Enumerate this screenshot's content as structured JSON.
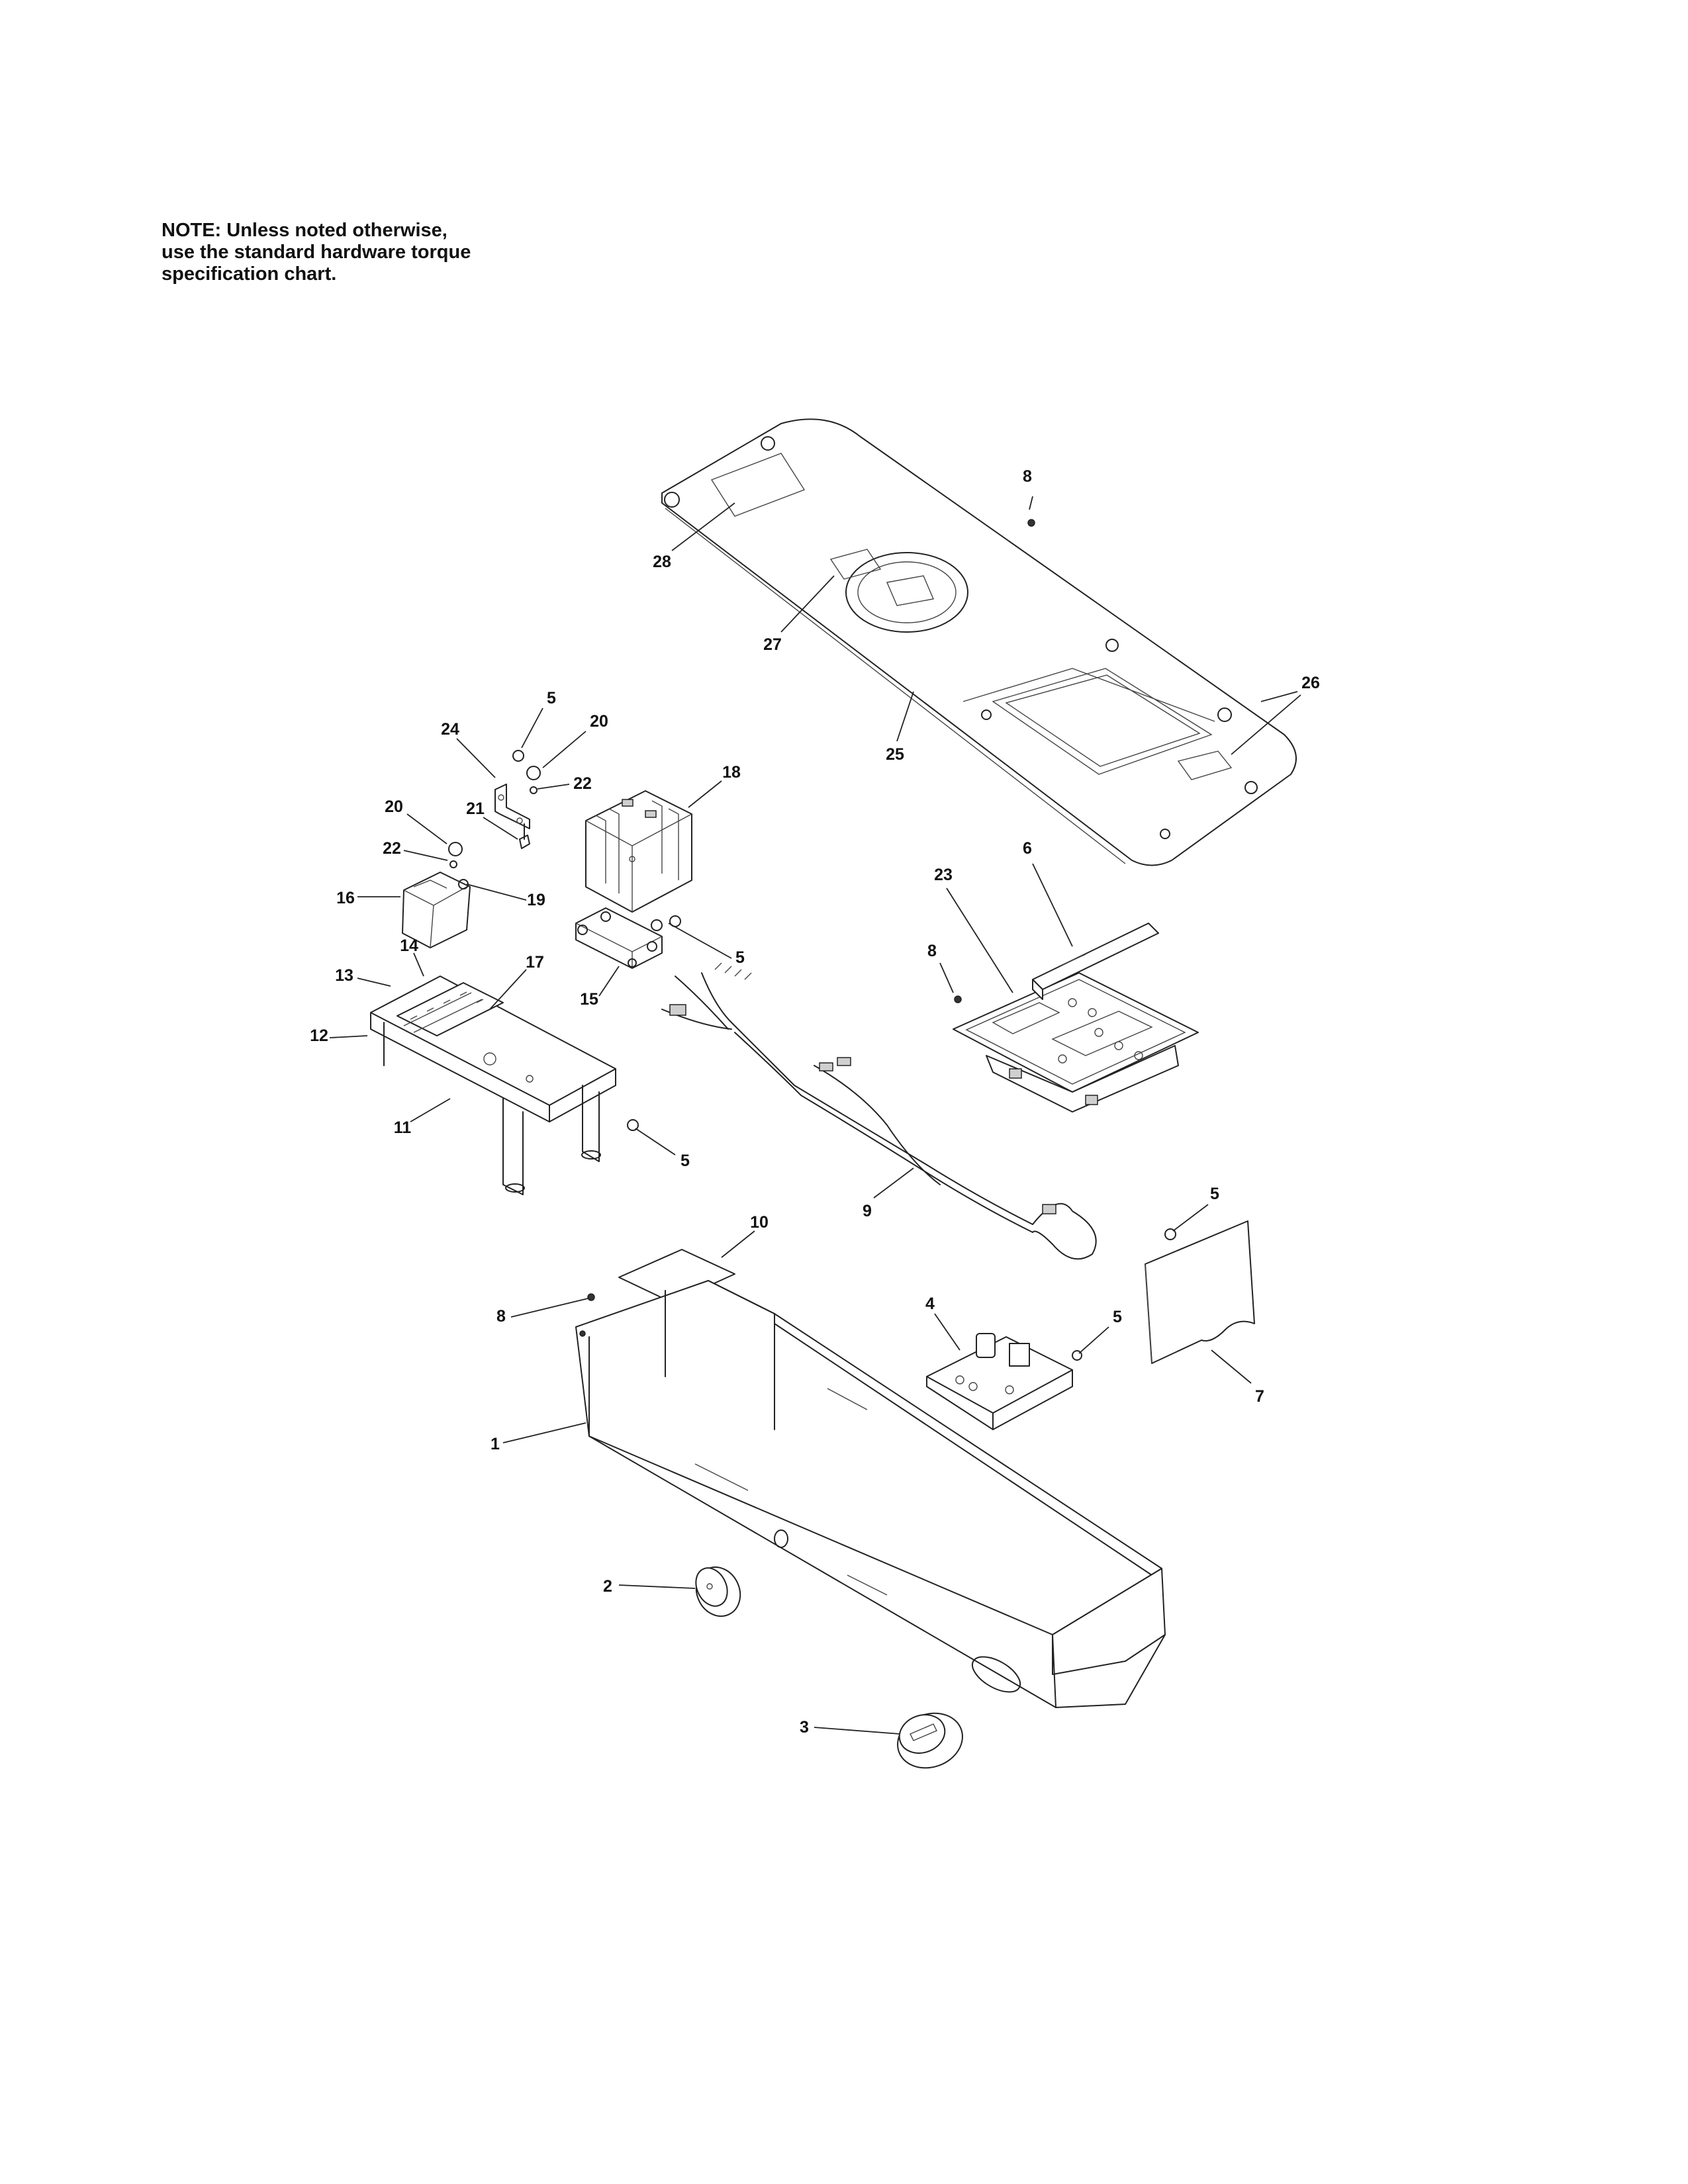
{
  "note": {
    "lines": [
      "NOTE: Unless noted otherwise,",
      "use the standard hardware torque",
      "specification chart."
    ]
  },
  "callouts": {
    "c1": "1",
    "c2": "2",
    "c3": "3",
    "c4": "4",
    "c5a": "5",
    "c5b": "5",
    "c5c": "5",
    "c5d": "5",
    "c5e": "5",
    "c6": "6",
    "c7": "7",
    "c8a": "8",
    "c8b": "8",
    "c8c": "8",
    "c9": "9",
    "c10": "10",
    "c11": "11",
    "c12": "12",
    "c13": "13",
    "c14": "14",
    "c15": "15",
    "c16": "16",
    "c17": "17",
    "c18": "18",
    "c19": "19",
    "c20a": "20",
    "c20b": "20",
    "c21": "21",
    "c22a": "22",
    "c22b": "22",
    "c23": "23",
    "c24": "24",
    "c25": "25",
    "c26": "26",
    "c27": "27",
    "c28": "28"
  }
}
